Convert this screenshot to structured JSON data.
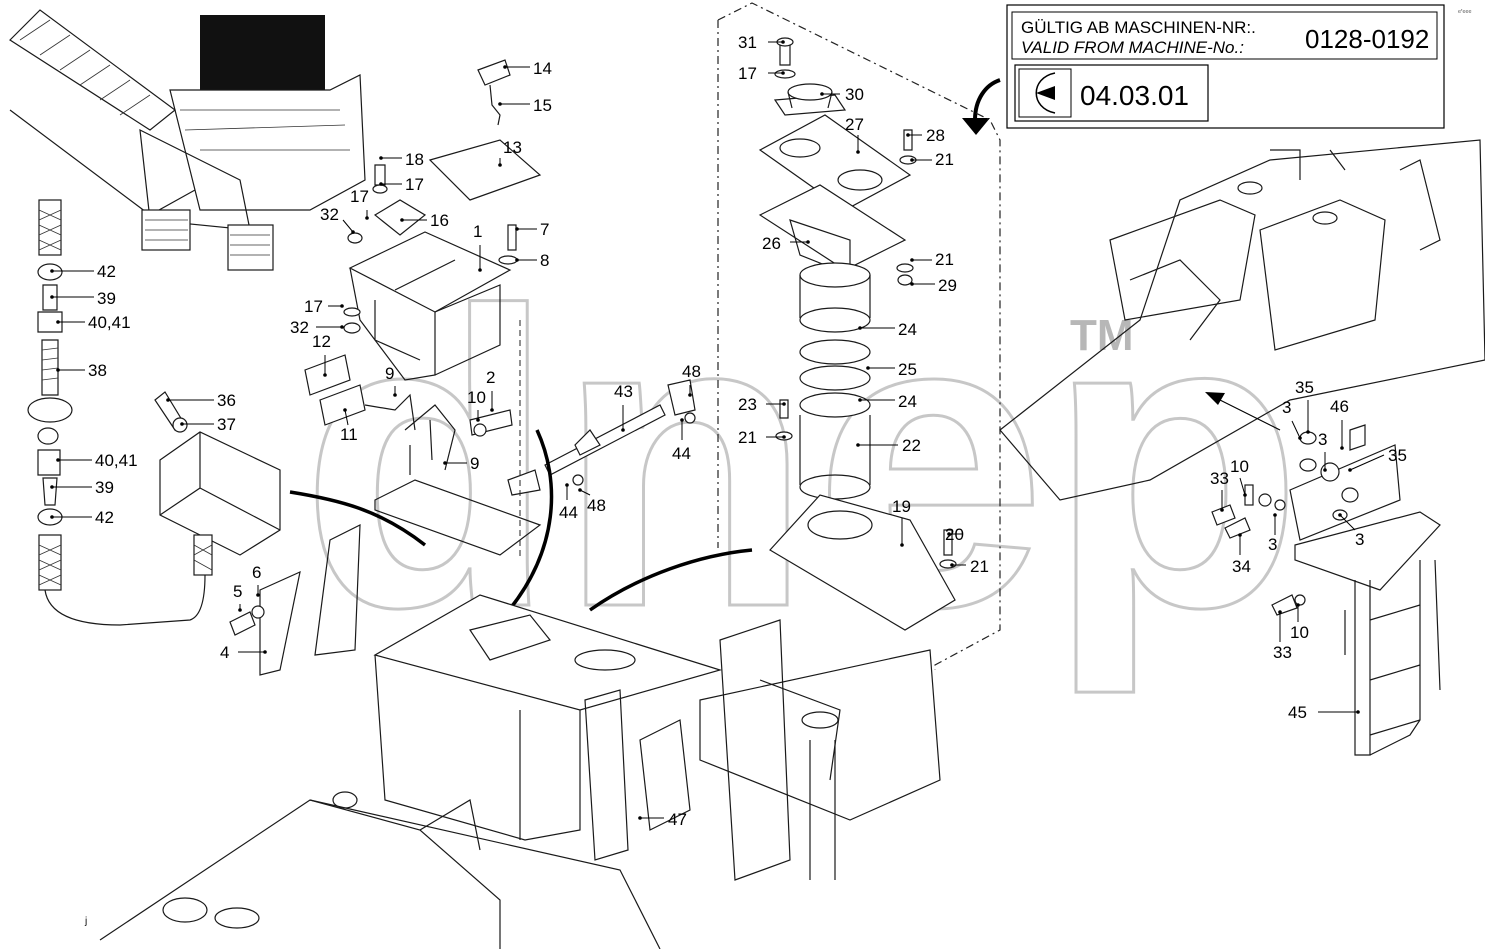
{
  "header": {
    "valid_from_de": "GÜLTIG AB MASCHINEN-NR:.",
    "valid_from_en": "VALID FROM MACHINE-No.:",
    "machine_range": "0128-0192",
    "reference_code": "04.03.01"
  },
  "watermark": {
    "text": "dnep",
    "tm": "TM"
  },
  "corner_mark": "ᵉ'ᵉᵉᵉ",
  "callouts": [
    {
      "id": "c31",
      "text": "31"
    },
    {
      "id": "c17a",
      "text": "17"
    },
    {
      "id": "c30",
      "text": "30"
    },
    {
      "id": "c27",
      "text": "27"
    },
    {
      "id": "c28",
      "text": "28"
    },
    {
      "id": "c21a",
      "text": "21"
    },
    {
      "id": "c26",
      "text": "26"
    },
    {
      "id": "c21b",
      "text": "21"
    },
    {
      "id": "c29",
      "text": "29"
    },
    {
      "id": "c24a",
      "text": "24"
    },
    {
      "id": "c25",
      "text": "25"
    },
    {
      "id": "c24b",
      "text": "24"
    },
    {
      "id": "c23",
      "text": "23"
    },
    {
      "id": "c21c",
      "text": "21"
    },
    {
      "id": "c22",
      "text": "22"
    },
    {
      "id": "c19",
      "text": "19"
    },
    {
      "id": "c20",
      "text": "20"
    },
    {
      "id": "c21d",
      "text": "21"
    },
    {
      "id": "c14",
      "text": "14"
    },
    {
      "id": "c15",
      "text": "15"
    },
    {
      "id": "c13",
      "text": "13"
    },
    {
      "id": "c18",
      "text": "18"
    },
    {
      "id": "c17b",
      "text": "17"
    },
    {
      "id": "c17c",
      "text": "17"
    },
    {
      "id": "c32a",
      "text": "32"
    },
    {
      "id": "c16",
      "text": "16"
    },
    {
      "id": "c1",
      "text": "1"
    },
    {
      "id": "c7",
      "text": "7"
    },
    {
      "id": "c8",
      "text": "8"
    },
    {
      "id": "c17d",
      "text": "17"
    },
    {
      "id": "c32b",
      "text": "32"
    },
    {
      "id": "c12",
      "text": "12"
    },
    {
      "id": "c9a",
      "text": "9"
    },
    {
      "id": "c2",
      "text": "2"
    },
    {
      "id": "c10a",
      "text": "10"
    },
    {
      "id": "c11",
      "text": "11"
    },
    {
      "id": "c9b",
      "text": "9"
    },
    {
      "id": "c43",
      "text": "43"
    },
    {
      "id": "c48a",
      "text": "48"
    },
    {
      "id": "c44a",
      "text": "44"
    },
    {
      "id": "c44b",
      "text": "44"
    },
    {
      "id": "c48b",
      "text": "48"
    },
    {
      "id": "c42a",
      "text": "42"
    },
    {
      "id": "c39a",
      "text": "39"
    },
    {
      "id": "c4041a",
      "text": "40,41"
    },
    {
      "id": "c38",
      "text": "38"
    },
    {
      "id": "c36",
      "text": "36"
    },
    {
      "id": "c37",
      "text": "37"
    },
    {
      "id": "c4041b",
      "text": "40,41"
    },
    {
      "id": "c39b",
      "text": "39"
    },
    {
      "id": "c42b",
      "text": "42"
    },
    {
      "id": "c5",
      "text": "5"
    },
    {
      "id": "c6",
      "text": "6"
    },
    {
      "id": "c4",
      "text": "4"
    },
    {
      "id": "c47",
      "text": "47"
    },
    {
      "id": "c35a",
      "text": "35"
    },
    {
      "id": "c3a",
      "text": "3"
    },
    {
      "id": "c46",
      "text": "46"
    },
    {
      "id": "c3b",
      "text": "3"
    },
    {
      "id": "c35b",
      "text": "35"
    },
    {
      "id": "c33a",
      "text": "33"
    },
    {
      "id": "c10b",
      "text": "10"
    },
    {
      "id": "c3c",
      "text": "3"
    },
    {
      "id": "c3d",
      "text": "3"
    },
    {
      "id": "c34",
      "text": "34"
    },
    {
      "id": "c33b",
      "text": "33"
    },
    {
      "id": "c10c",
      "text": "10"
    },
    {
      "id": "c45",
      "text": "45"
    }
  ]
}
